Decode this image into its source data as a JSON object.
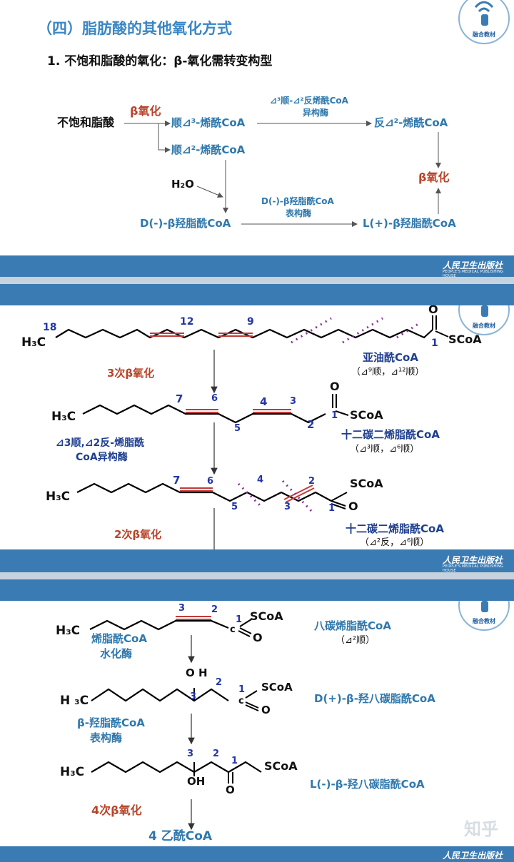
{
  "slide1": {
    "title": "（四）脂肪酸的其他氧化方式",
    "subtitle": "1. 不饱和脂酸的氧化：β-氧化需转变构型",
    "unsat_fa": "不饱和脂酸",
    "beta_ox": "β氧化",
    "cis3": "顺⊿³-烯酰CoA",
    "cis2": "顺⊿²-烯酰CoA",
    "trans2": "反⊿²-烯酰CoA",
    "isomerase_line1": "⊿³顺-⊿²反烯酰CoA",
    "isomerase_line2": "异构酶",
    "beta_ox_right": "β氧化",
    "h2o": "H₂O",
    "d_hydroxy": "D(-)-β羟脂酰CoA",
    "l_hydroxy": "L(+)-β羟脂酰CoA",
    "epimerase_line1": "D(-)-β羟脂酰CoA",
    "epimerase_line2": "表构酶"
  },
  "publisher": {
    "name": "人民卫生出版社",
    "name_en": "PEOPLE'S MEDICAL PUBLISHING HOUSE",
    "logo_caption": "融合教材"
  },
  "slide2": {
    "n18": "18",
    "n12": "12",
    "n9": "9",
    "n1": "1",
    "h3c_a": "H₃C",
    "scoa_a": "SCoA",
    "o_a": "O",
    "linoleoyl": "亚油酰CoA",
    "linoleoyl_cfg": "（⊿⁹顺，⊿¹²顺）",
    "three_beta": "3次β氧化",
    "h3c_b": "H₃C",
    "scoa_b": "SCoA",
    "o_b": "O",
    "b7": "7",
    "b6": "6",
    "b5": "5",
    "b4": "4",
    "b3": "3",
    "b2": "2",
    "b1": "1",
    "isomerase_a": "⊿3顺,⊿2反-烯脂酰",
    "isomerase_b": "CoA异构酶",
    "dodeca_1": "十二碳二烯脂酰CoA",
    "dodeca_1_cfg": "（⊿³顺，⊿⁶顺）",
    "h3c_c": "H₃C",
    "scoa_c": "SCoA",
    "o_c": "O",
    "c7": "7",
    "c6": "6",
    "c5": "5",
    "c4": "4",
    "c3": "3",
    "c2": "2",
    "c1": "1",
    "two_beta": "2次β氧化",
    "dodeca_2": "十二碳二烯脂酰CoA",
    "dodeca_2_cfg": "（⊿²反，⊿⁶顺）"
  },
  "slide3": {
    "h3c_a": "H₃C",
    "scoa_a": "SCoA",
    "o_a": "O",
    "a3": "3",
    "a2": "2",
    "a1": "1",
    "octenoyl": "八碳烯脂酰CoA",
    "octenoyl_cfg": "（⊿²顺）",
    "hydratase_a": "烯脂酰CoA",
    "hydratase_b": "水化酶",
    "oh_top": "O H",
    "h3c_b": "H ₃C",
    "scoa_b": "SCoA",
    "o_b": "O",
    "b3": "3",
    "b2": "2",
    "b1": "1",
    "d_octa": "D(+)-β-羟八碳脂酰CoA",
    "epimerase_a": "β-羟脂酰CoA",
    "epimerase_b": "表构酶",
    "h3c_c": "H₃C",
    "scoa_c": "SCoA",
    "o_c": "O",
    "oh_bottom": "OH",
    "c3": "3",
    "c2": "2",
    "c1": "1",
    "l_octa": "L(-)-β-羟八碳脂酰CoA",
    "four_beta": "4次β氧化",
    "acetyl": "4 乙酰CoA"
  },
  "watermark": "知乎"
}
